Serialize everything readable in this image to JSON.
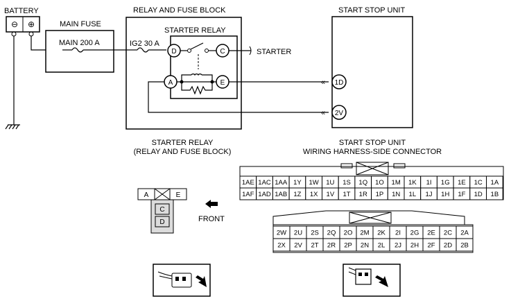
{
  "labels": {
    "battery": "BATTERY",
    "main_fuse_title": "MAIN FUSE",
    "main_fuse_value": "MAIN 200 A",
    "relay_block_title": "RELAY AND FUSE BLOCK",
    "ig2_fuse": "IG2 30 A",
    "starter_relay": "STARTER RELAY",
    "starter": "STARTER",
    "start_stop_unit": "START STOP UNIT",
    "relay_conn_line1": "STARTER RELAY",
    "relay_conn_line2": "(RELAY AND FUSE BLOCK)",
    "ssu_conn_line1": "START STOP UNIT",
    "ssu_conn_line2": "WIRING HARNESS-SIDE CONNECTOR",
    "front": "FRONT"
  },
  "battery_terminals": {
    "negative": "⊖",
    "positive": "⊕"
  },
  "relay_pins": {
    "D": "D",
    "C": "C",
    "A": "A",
    "E": "E"
  },
  "unit_pins": {
    "p1d": "1D",
    "p2v": "2V"
  },
  "relay_connector": {
    "A": "A",
    "E": "E",
    "C": "C",
    "D": "D"
  },
  "connector1": {
    "row1": [
      "1AE",
      "1AC",
      "1AA",
      "1Y",
      "1W",
      "1U",
      "1S",
      "1Q",
      "1O",
      "1M",
      "1K",
      "1I",
      "1G",
      "1E",
      "1C",
      "1A"
    ],
    "row2": [
      "1AF",
      "1AD",
      "1AB",
      "1Z",
      "1X",
      "1V",
      "1T",
      "1R",
      "1P",
      "1N",
      "1L",
      "1J",
      "1H",
      "1F",
      "1D",
      "1B"
    ]
  },
  "connector2": {
    "row1": [
      "2W",
      "2U",
      "2S",
      "2Q",
      "2O",
      "2M",
      "2K",
      "2I",
      "2G",
      "2E",
      "2C",
      "2A"
    ],
    "row2": [
      "2X",
      "2V",
      "2T",
      "2R",
      "2P",
      "2N",
      "2L",
      "2J",
      "2H",
      "2F",
      "2D",
      "2B"
    ]
  }
}
